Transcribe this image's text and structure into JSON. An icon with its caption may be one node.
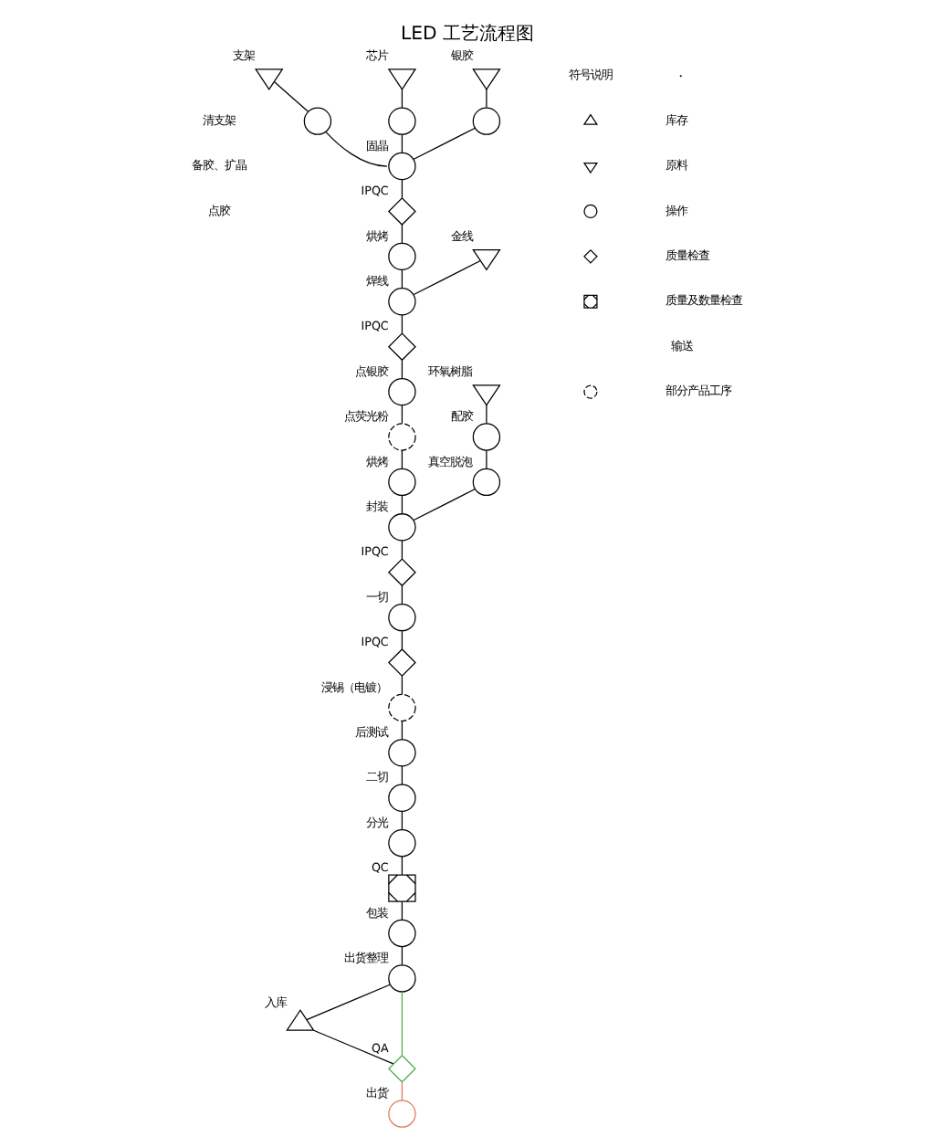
{
  "diagram": {
    "title": "LED 工艺流程图",
    "nodes": [
      {
        "text": [
          "支架"
        ]
      },
      {
        "text": [
          "芯片"
        ]
      },
      {
        "text": [
          "银胶"
        ]
      },
      {
        "text": [],
        "shape": "circle"
      },
      {
        "text": [],
        "shape": "circle"
      },
      {
        "text": [],
        "shape": "circle"
      },
      {
        "text": [
          "固晶"
        ]
      },
      {
        "text": [
          "IPQC"
        ]
      },
      {
        "text": [
          "金线"
        ]
      },
      {
        "text": [
          "烘烤"
        ]
      },
      {
        "text": [
          "焊线"
        ]
      },
      {
        "text": [
          "IPQC"
        ]
      },
      {
        "text": [
          "点银胶"
        ]
      },
      {
        "text": [
          "点荧光粉"
        ]
      },
      {
        "text": [
          "环氧树脂"
        ]
      },
      {
        "text": [
          "配胶"
        ]
      },
      {
        "text": [
          "真空脱泡"
        ]
      },
      {
        "text": [
          "烘烤"
        ]
      },
      {
        "text": [
          "封装"
        ]
      },
      {
        "text": [
          "IPQC"
        ]
      },
      {
        "text": [
          "一切"
        ]
      },
      {
        "text": [
          "IPQC"
        ]
      },
      {
        "text": [
          "浸锡（电镀）"
        ]
      },
      {
        "text": [
          "后测试"
        ]
      },
      {
        "text": [
          "二切"
        ]
      },
      {
        "text": [
          "分光"
        ]
      },
      {
        "text": [
          "QC"
        ]
      },
      {
        "text": [
          "包装"
        ]
      },
      {
        "text": [
          "出货整理"
        ]
      },
      {
        "text": [
          "入库"
        ]
      },
      {
        "text": [
          "QA"
        ]
      },
      {
        "text": [
          "出货"
        ]
      }
    ],
    "edges": [
      {
        "from": 0,
        "to": 3,
        "arrow": "none"
      },
      {
        "from": 1,
        "to": 4,
        "arrow": "none"
      },
      {
        "from": 2,
        "to": 5,
        "arrow": "none"
      },
      {
        "from": 3,
        "to": 6,
        "arrow": "none"
      },
      {
        "from": 4,
        "to": 6,
        "arrow": "none"
      },
      {
        "from": 5,
        "to": 6,
        "arrow": "none"
      },
      {
        "from": 6,
        "to": 7,
        "arrow": "none"
      },
      {
        "from": 7,
        "to": 9,
        "arrow": "none"
      },
      {
        "from": 9,
        "to": 10,
        "arrow": "none"
      },
      {
        "from": 8,
        "to": 10,
        "arrow": "none"
      },
      {
        "from": 10,
        "to": 11,
        "arrow": "none"
      },
      {
        "from": 11,
        "to": 12,
        "arrow": "none"
      },
      {
        "from": 12,
        "to": 13,
        "arrow": "none"
      },
      {
        "from": 13,
        "to": 17,
        "arrow": "none"
      },
      {
        "from": 17,
        "to": 18,
        "arrow": "none"
      },
      {
        "from": 14,
        "to": 15,
        "arrow": "none"
      },
      {
        "from": 15,
        "to": 16,
        "arrow": "none"
      },
      {
        "from": 16,
        "to": 18,
        "arrow": "none"
      },
      {
        "from": 18,
        "to": 19,
        "arrow": "none"
      },
      {
        "from": 19,
        "to": 20,
        "arrow": "none"
      },
      {
        "from": 20,
        "to": 21,
        "arrow": "none"
      },
      {
        "from": 21,
        "to": 22,
        "arrow": "none"
      },
      {
        "from": 22,
        "to": 23,
        "arrow": "none"
      },
      {
        "from": 23,
        "to": 24,
        "arrow": "none"
      },
      {
        "from": 24,
        "to": 25,
        "arrow": "none"
      },
      {
        "from": 25,
        "to": 26,
        "arrow": "none"
      },
      {
        "from": 26,
        "to": 27,
        "arrow": "none"
      },
      {
        "from": 27,
        "to": 28,
        "arrow": "none"
      },
      {
        "from": 28,
        "to": 29,
        "arrow": "none"
      },
      {
        "from": 29,
        "to": 30,
        "arrow": "none"
      },
      {
        "from": 28,
        "to": 30,
        "arrow": "none",
        "color": "#4caf50"
      },
      {
        "from": 30,
        "to": 31,
        "arrow": "none",
        "color": "#e0785a"
      }
    ],
    "labels": [
      "清支架",
      "备胶、扩晶",
      "点胶",
      "符号说明"
    ],
    "legend": [
      {
        "text": "库存"
      },
      {
        "text": "原料"
      },
      {
        "text": "操作"
      },
      {
        "text": "质量检查"
      },
      {
        "text": "质量及数量检查"
      },
      {
        "text": "输送"
      },
      {
        "text": "部分产品工序"
      }
    ]
  }
}
